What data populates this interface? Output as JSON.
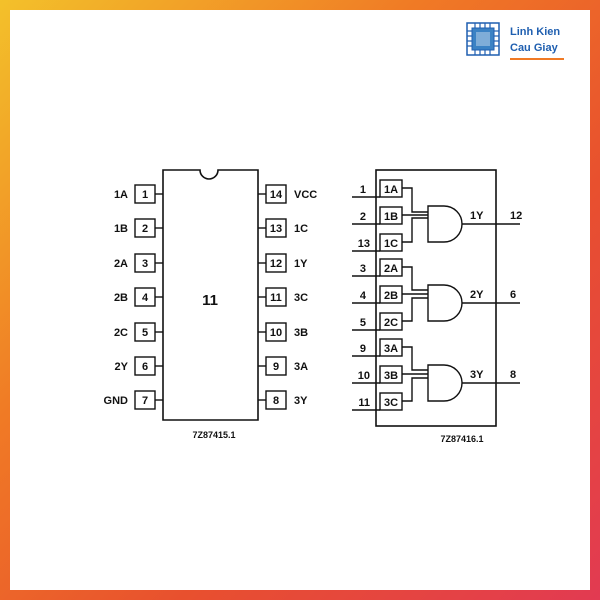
{
  "brand": {
    "line1": "Linh Kien",
    "line2": "Cau Giay",
    "colors": {
      "text": "#1f5fb0",
      "accent": "#f07a25"
    },
    "icon": "chip-icon"
  },
  "package": {
    "center_label": "11",
    "caption": "7Z87415.1",
    "left_pins": [
      {
        "name": "1A",
        "num": "1"
      },
      {
        "name": "1B",
        "num": "2"
      },
      {
        "name": "2A",
        "num": "3"
      },
      {
        "name": "2B",
        "num": "4"
      },
      {
        "name": "2C",
        "num": "5"
      },
      {
        "name": "2Y",
        "num": "6"
      },
      {
        "name": "GND",
        "num": "7"
      }
    ],
    "right_pins": [
      {
        "name": "VCC",
        "num": "14"
      },
      {
        "name": "1C",
        "num": "13"
      },
      {
        "name": "1Y",
        "num": "12"
      },
      {
        "name": "3C",
        "num": "11"
      },
      {
        "name": "3B",
        "num": "10"
      },
      {
        "name": "3A",
        "num": "9"
      },
      {
        "name": "3Y",
        "num": "8"
      }
    ]
  },
  "logic": {
    "caption": "7Z87416.1",
    "gates": [
      {
        "inputs": [
          {
            "num": "1",
            "name": "1A"
          },
          {
            "num": "2",
            "name": "1B"
          },
          {
            "num": "13",
            "name": "1C"
          }
        ],
        "output": {
          "name": "1Y",
          "num": "12"
        }
      },
      {
        "inputs": [
          {
            "num": "3",
            "name": "2A"
          },
          {
            "num": "4",
            "name": "2B"
          },
          {
            "num": "5",
            "name": "2C"
          }
        ],
        "output": {
          "name": "2Y",
          "num": "6"
        }
      },
      {
        "inputs": [
          {
            "num": "9",
            "name": "3A"
          },
          {
            "num": "10",
            "name": "3B"
          },
          {
            "num": "11",
            "name": "3C"
          }
        ],
        "output": {
          "name": "3Y",
          "num": "8"
        }
      }
    ]
  }
}
